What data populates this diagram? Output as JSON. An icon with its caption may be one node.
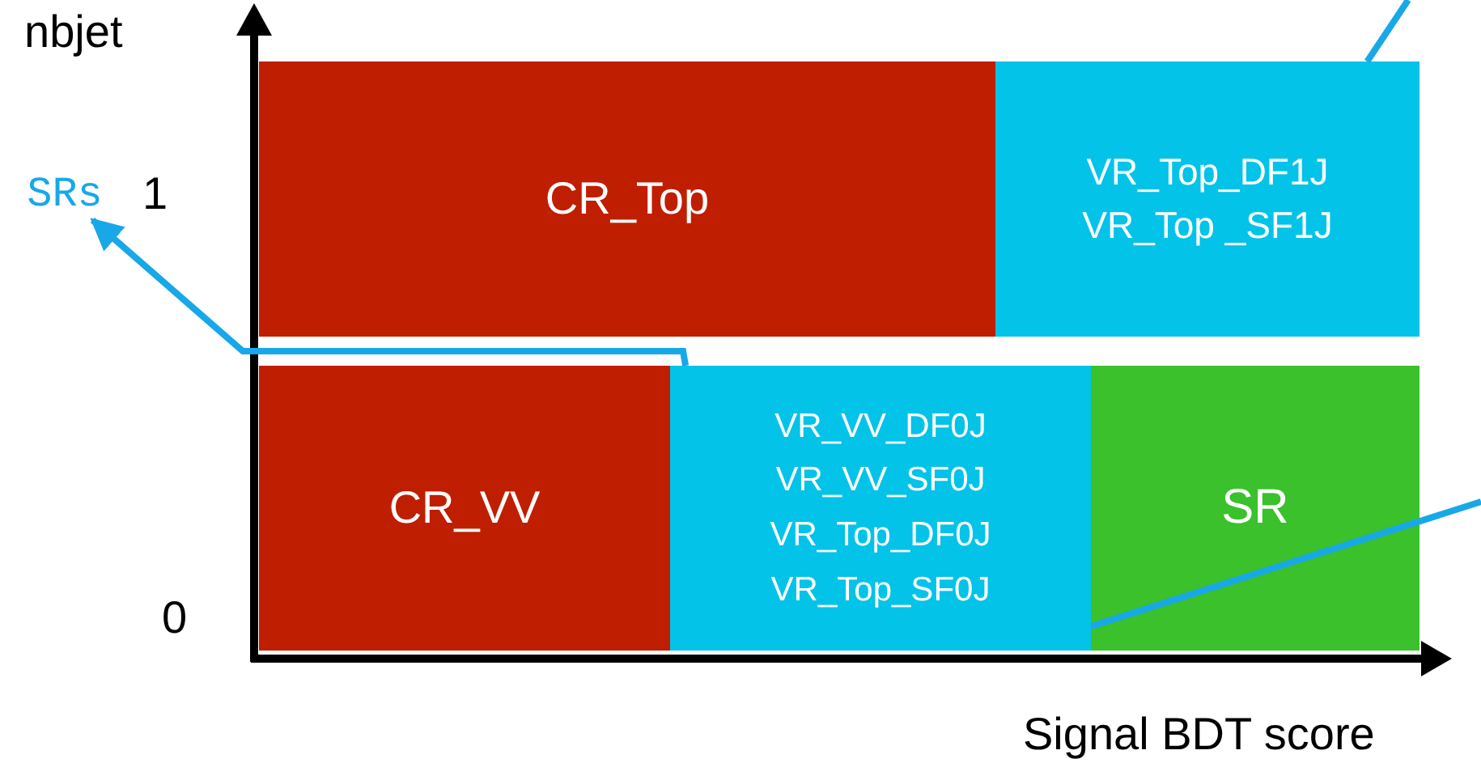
{
  "diagram": {
    "nodes": [
      {
        "text": [
          "CR_Top"
        ]
      },
      {
        "text": [
          "VR_Top_DF1J",
          "VR_Top _SF1J"
        ]
      },
      {
        "text": [
          "CR_VV"
        ]
      },
      {
        "text": [
          "VR_VV_DF0J",
          "VR_VV_SF0J",
          "VR_Top_DF0J",
          "VR_Top_SF0J"
        ]
      },
      {
        "text": [
          "SR"
        ]
      },
      {
        "text": [
          "SRs"
        ]
      }
    ],
    "edges": [
      {
        "from": 3,
        "to": 5,
        "arrow": "to"
      },
      {
        "from": 3,
        "to": null,
        "arrow": "none"
      },
      {
        "from": null,
        "to": 1,
        "arrow": "none"
      }
    ],
    "labels": [
      "nbjet",
      "1",
      "0",
      "Signal BDT score"
    ]
  }
}
